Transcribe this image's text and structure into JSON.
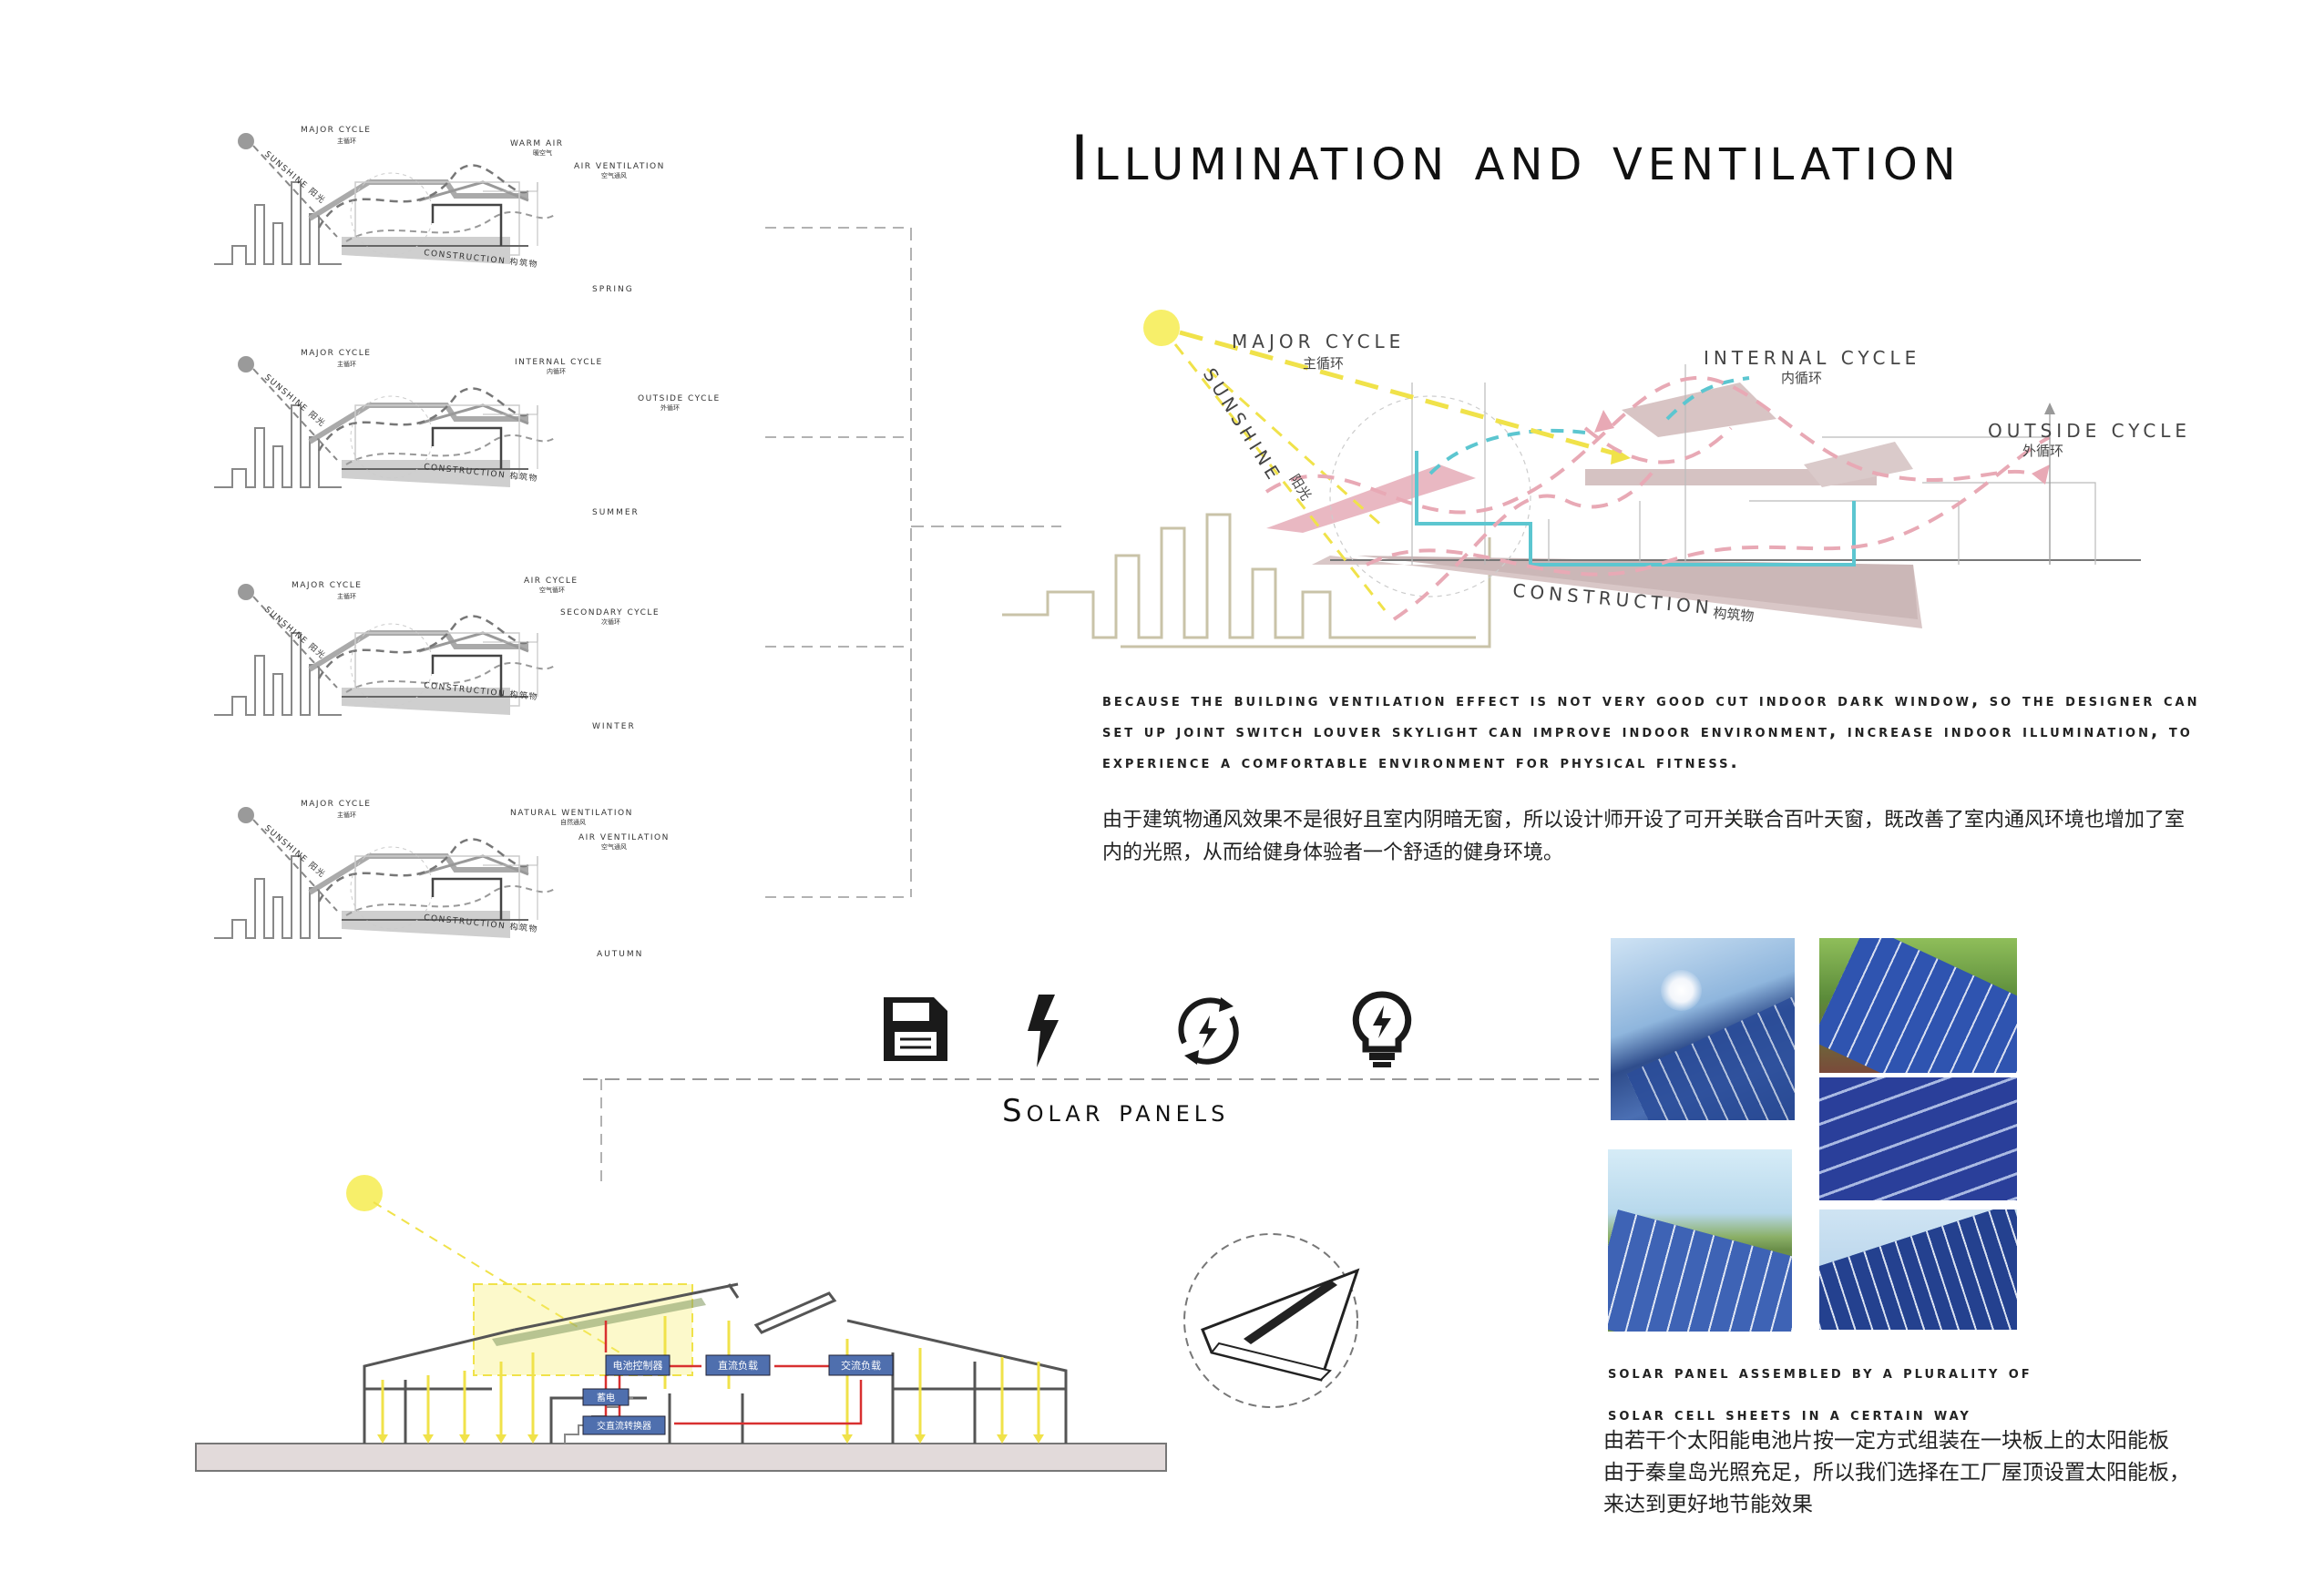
{
  "title": "Illumination and ventilation",
  "seasonal_diagrams": [
    {
      "season": "SPRING",
      "labels": {
        "major": "MAJOR CYCLE",
        "major_cn": "主循环",
        "sun": "SUNSHINE 阳光",
        "a": "WARM AIR",
        "a_cn": "暖空气",
        "b": "AIR VENTILATION",
        "b_cn": "空气通风",
        "construction": "CONSTRUCTION 构筑物"
      }
    },
    {
      "season": "SUMMER",
      "labels": {
        "major": "MAJOR CYCLE",
        "major_cn": "主循环",
        "sun": "SUNSHINE 阳光",
        "a": "INTERNAL CYCLE",
        "a_cn": "内循环",
        "b": "OUTSIDE CYCLE",
        "b_cn": "外循环",
        "construction": "CONSTRUCTION 构筑物"
      }
    },
    {
      "season": "WINTER",
      "labels": {
        "major": "MAJOR CYCLE",
        "major_cn": "主循环",
        "sun": "SUNSHINE 阳光",
        "a": "AIR CYCLE",
        "a_cn": "空气循环",
        "b": "SECONDARY CYCLE",
        "b_cn": "次循环",
        "construction": "CONSTRUCTION 构筑物"
      }
    },
    {
      "season": "AUTUMN",
      "labels": {
        "major": "MAJOR CYCLE",
        "major_cn": "主循环",
        "sun": "SUNSHINE 阳光",
        "a": "NATURAL WENTILATION",
        "a_cn": "自然通风",
        "b": "AIR VENTILATION",
        "b_cn": "空气通风",
        "construction": "CONSTRUCTION 构筑物"
      }
    }
  ],
  "main_diagram": {
    "major": "MAJOR CYCLE",
    "major_cn": "主循环",
    "sunshine": "SUNSHINE",
    "sunshine_cn": "阳光",
    "internal": "INTERNAL CYCLE",
    "internal_cn": "内循环",
    "outside": "OUTSIDE CYCLE",
    "outside_cn": "外循环",
    "construction": "CONSTRUCTION",
    "construction_cn": "构筑物"
  },
  "description_en": "Because the building ventilation effect is not very good cut indoor dark window, so the designer can set up joint switch louver skylight can improve indoor environment, increase indoor illumination, to experience a comfortable environment for physical fitness.",
  "description_cn": "由于建筑物通风效果不是很好且室内阴暗无窗，所以设计师开设了可开关联合百叶天窗，既改善了室内通风环境也增加了室内的光照，从而给健身体验者一个舒适的健身环境。",
  "solar": {
    "title": "Solar panels",
    "icons": [
      "floppy-disk-icon",
      "lightning-icon",
      "recycle-energy-icon",
      "light-bulb-icon"
    ],
    "boxes": [
      "电池控制器",
      "直流负载",
      "交流负载",
      "蓄电",
      "交直流转换器"
    ],
    "caption_en_1": "Solar panel assembled by a plurality of",
    "caption_en_2": "solar cell sheets in a certain way",
    "caption_cn_1": "由若干个太阳能电池片按一定方式组装在一块板上的太阳能板",
    "caption_cn_2": "由于秦皇岛光照充足，所以我们选择在工厂屋顶设置太阳能板，",
    "caption_cn_3": "来达到更好地节能效果"
  },
  "colors": {
    "sun": "#f7ef6a",
    "pink": "#e8a9b5",
    "cyan": "#5cc6d0",
    "yellow_dash": "#f0e24a",
    "panel_blue": "#2b4d9a",
    "box_blue": "#4f6fae",
    "red": "#d83030"
  }
}
